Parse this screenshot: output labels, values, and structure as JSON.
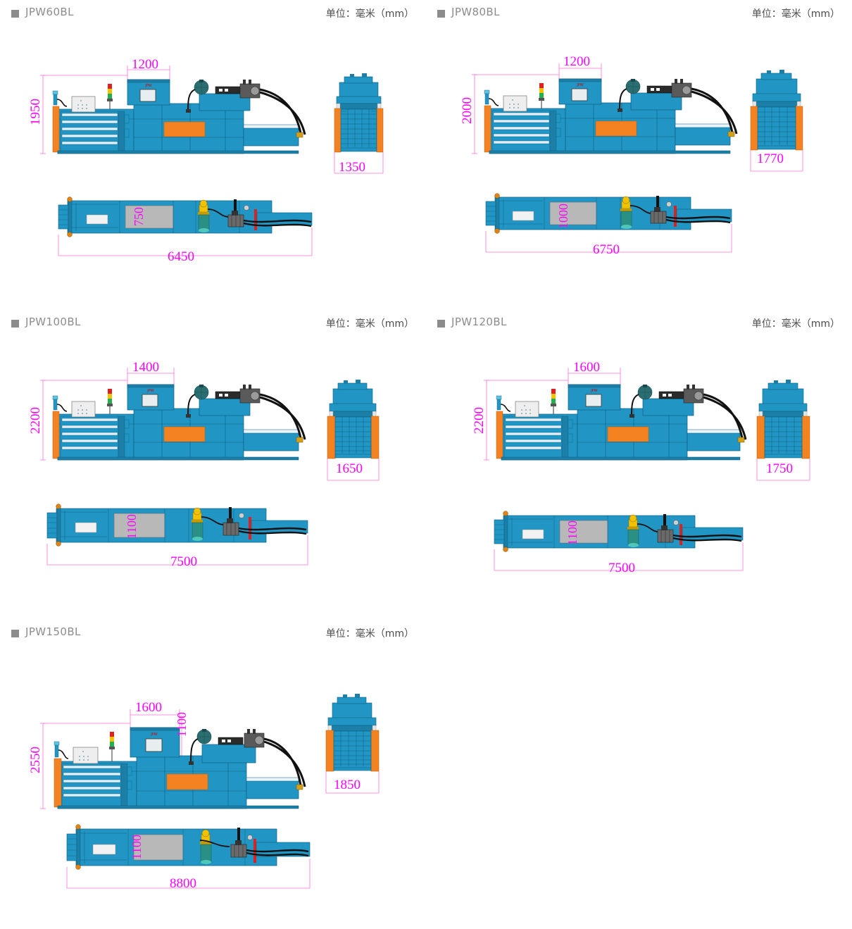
{
  "page": {
    "unit_label": "单位：毫米（mm）",
    "colors": {
      "body_blue": "#2196c4",
      "body_blue_dark": "#1b7fa8",
      "body_blue_light": "#4fb4d8",
      "accent_orange": "#f58220",
      "dim_magenta": "#ff00ff",
      "header_gray": "#8c8c8c",
      "hose_black": "#111111",
      "panel_gray": "#c9c9c9"
    }
  },
  "machines": [
    {
      "id": "jpw60bl",
      "title": "JPW60BL",
      "unit_label": "单位：毫米（mm）",
      "dims": {
        "height": "1950",
        "hopper_width": "1200",
        "end_width": "1350",
        "length": "6450",
        "plan_width": "750",
        "extra_height": null
      }
    },
    {
      "id": "jpw80bl",
      "title": "JPW80BL",
      "unit_label": "单位：毫米（mm）",
      "dims": {
        "height": "2000",
        "hopper_width": "1200",
        "end_width": "1770",
        "length": "6750",
        "plan_width": "1000",
        "extra_height": null
      }
    },
    {
      "id": "jpw100bl",
      "title": "JPW100BL",
      "unit_label": "单位：毫米（mm）",
      "dims": {
        "height": "2200",
        "hopper_width": "1400",
        "end_width": "1650",
        "length": "7500",
        "plan_width": "1100",
        "extra_height": null
      }
    },
    {
      "id": "jpw120bl",
      "title": "JPW120BL",
      "unit_label": "单位：毫米（mm）",
      "dims": {
        "height": "2200",
        "hopper_width": "1600",
        "end_width": "1750",
        "length": "7500",
        "plan_width": "1100",
        "extra_height": null
      }
    },
    {
      "id": "jpw150bl",
      "title": "JPW150BL",
      "unit_label": "单位：毫米（mm）",
      "dims": {
        "height": "2550",
        "hopper_width": "1600",
        "end_width": "1850",
        "length": "8800",
        "plan_width": "1100",
        "extra_height": "1100"
      }
    }
  ]
}
